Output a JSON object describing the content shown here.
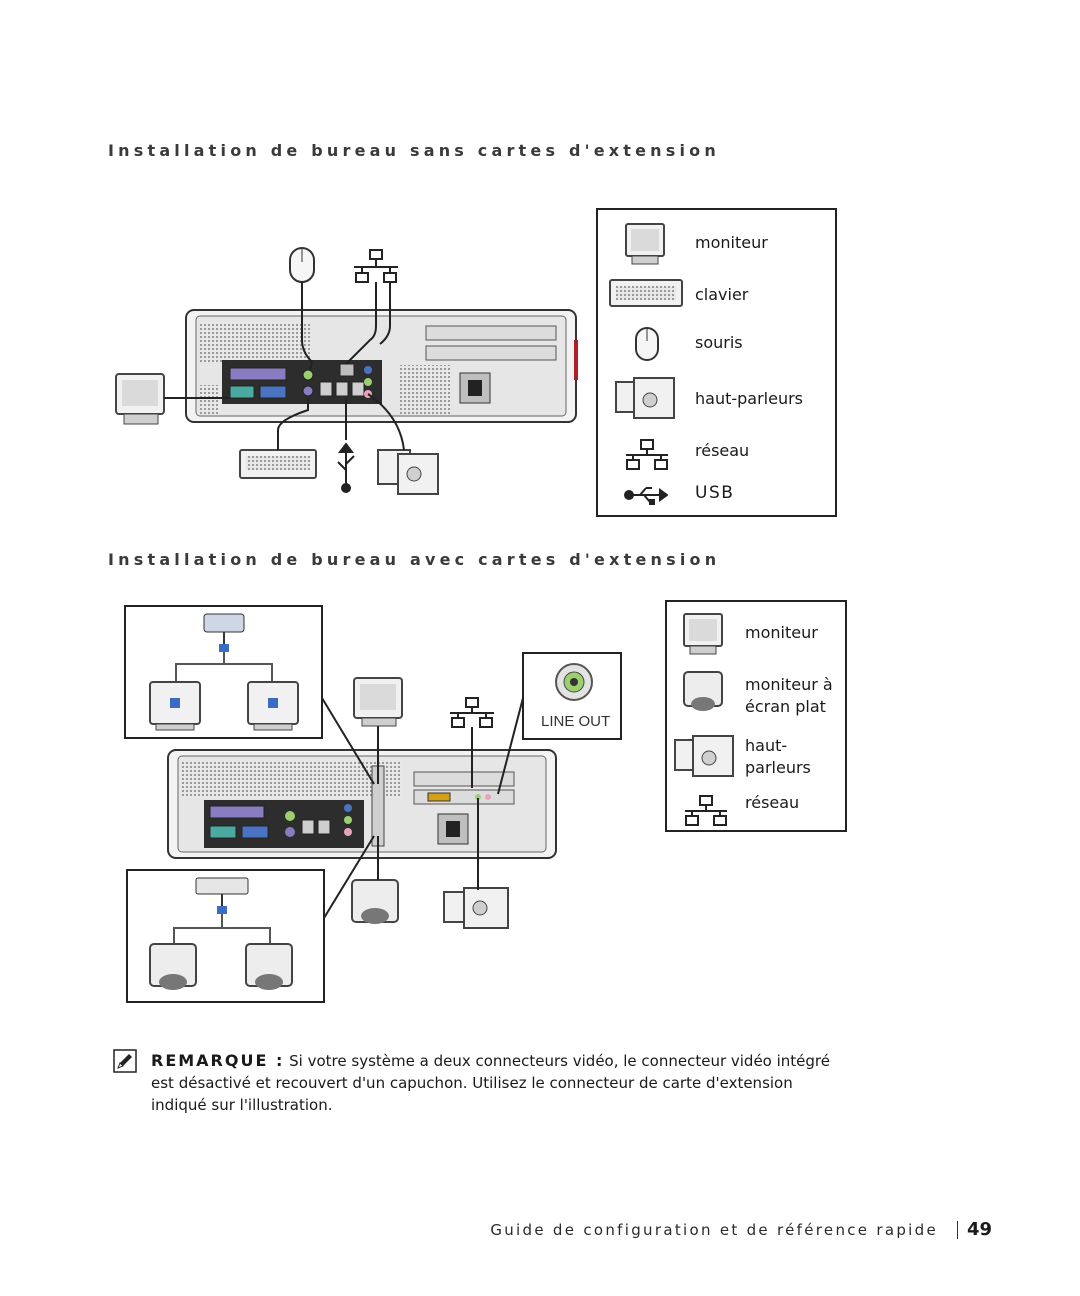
{
  "section1": {
    "title": "Installation de bureau sans cartes d'extension",
    "legend": [
      {
        "icon": "monitor-icon",
        "label": "moniteur"
      },
      {
        "icon": "keyboard-icon",
        "label": "clavier"
      },
      {
        "icon": "mouse-icon",
        "label": "souris"
      },
      {
        "icon": "speakers-icon",
        "label": "haut-parleurs"
      },
      {
        "icon": "network-icon",
        "label": "réseau"
      },
      {
        "icon": "usb-icon",
        "label": "USB"
      }
    ]
  },
  "section2": {
    "title": "Installation de bureau avec cartes d'extension",
    "line_out_label": "LINE OUT",
    "legend": [
      {
        "icon": "monitor-icon",
        "label": "moniteur"
      },
      {
        "icon": "flat-panel-monitor-icon",
        "label": "moniteur à\nécran plat"
      },
      {
        "icon": "speakers-icon",
        "label": "haut-\nparleurs"
      },
      {
        "icon": "network-icon",
        "label": "réseau"
      }
    ]
  },
  "note": {
    "label": "REMARQUE :",
    "text": "Si votre système a deux connecteurs vidéo, le connecteur vidéo intégré est désactivé et recouvert d'un capuchon. Utilisez le connecteur de carte d'extension indiqué sur l'illustration."
  },
  "footer": {
    "title": "Guide de configuration et de référence rapide",
    "page": "49"
  },
  "colors": {
    "port_purple": "#8a7cc0",
    "port_teal": "#4aa9a0",
    "port_blue": "#4b73c4",
    "port_green": "#9ccf6e",
    "port_pink": "#e7a4b8",
    "chassis_red": "#b01e2a"
  }
}
